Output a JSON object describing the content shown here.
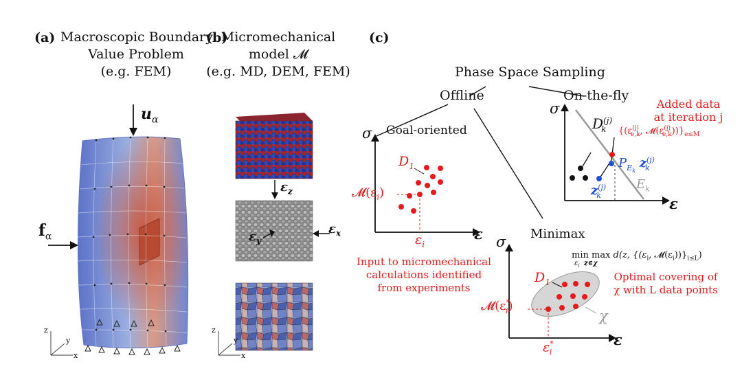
{
  "panel_a": {
    "label": "(a)",
    "title_lines": [
      "Macroscopic Boundary",
      "Value Problem",
      "(e.g. FEM)"
    ],
    "load_top": "u",
    "load_top_sub": "α",
    "load_side": "f",
    "load_side_sub": "α",
    "axes": {
      "z": "z",
      "y": "y",
      "x": "x"
    }
  },
  "panel_b": {
    "label": "(b)",
    "title_lines": [
      "Micromechanical",
      "model 𝓜",
      "(e.g. MD, DEM, FEM)"
    ],
    "strain_z": "ε",
    "strain_z_sub": "z",
    "strain_y": "ε",
    "strain_y_sub": "y",
    "strain_x": "ε",
    "strain_x_sub": "x",
    "axes": {
      "z": "z",
      "y": "y",
      "x": "x"
    }
  },
  "panel_c": {
    "label": "(c)",
    "title": "Phase Space Sampling",
    "offline": "Offline",
    "on_the_fly": "On-the-fly",
    "goal_oriented": {
      "title": "Goal-oriented",
      "sigma": "σ",
      "eps": "ε",
      "dataset": "D",
      "dataset_sub": "1",
      "y_label": "𝓜(ε",
      "y_label_sub": "i",
      "x_label": "ε",
      "x_label_sub": "i",
      "note_lines": [
        "Input to micromechanical",
        "calculations identified",
        "from experiments"
      ]
    },
    "minimax": {
      "title": "Minimax",
      "sigma": "σ",
      "eps": "ε",
      "formula_pre": "min max",
      "formula_under": "ε",
      "formula_under_sub": "i",
      "formula_under2": "z∈χ",
      "formula_body": "d(z, {(ε",
      "formula_body_sub": "i",
      "formula_body2": ", 𝓜(ε",
      "formula_body2_sub": "i",
      "formula_tail": "))}",
      "formula_tail_sub": "i≤L",
      "formula_close": ")",
      "dataset": "D",
      "dataset_sub": "1",
      "chi": "χ",
      "y_label": "𝓜(ε",
      "y_label_sup": "*",
      "y_label_sub": "i",
      "x_label": "ε",
      "x_label_sup": "*",
      "x_label_sub": "i",
      "note_lines": [
        "Optimal covering of",
        "χ with L data points"
      ]
    },
    "fly": {
      "sigma": "σ",
      "eps": "ε",
      "added_lines": [
        "Added data",
        "at iteration j"
      ],
      "added_set": "{(ε",
      "added_set_sub": "e,k",
      "added_set_sup": "(j)",
      "added_set2": ", 𝓜(ε",
      "added_set2_sub": "e,k",
      "added_set2_sup": "(j)",
      "added_set3": "))}",
      "added_set3_sub": "e≤M",
      "D": "D",
      "D_sub": "k",
      "D_sup": "(j)",
      "P": "P",
      "P_sub": "E",
      "P_sub2": "k",
      "Pz": "z",
      "Pz_sub": "k",
      "Pz_sup": "(j)",
      "z": "z",
      "z_sub": "k",
      "z_sup": "(j)",
      "E": "E",
      "E_sub": "k"
    }
  },
  "colors": {
    "red": "#e41a1c",
    "blue": "#1f4fd8",
    "gray": "#9a9a9a",
    "black": "#111111"
  }
}
